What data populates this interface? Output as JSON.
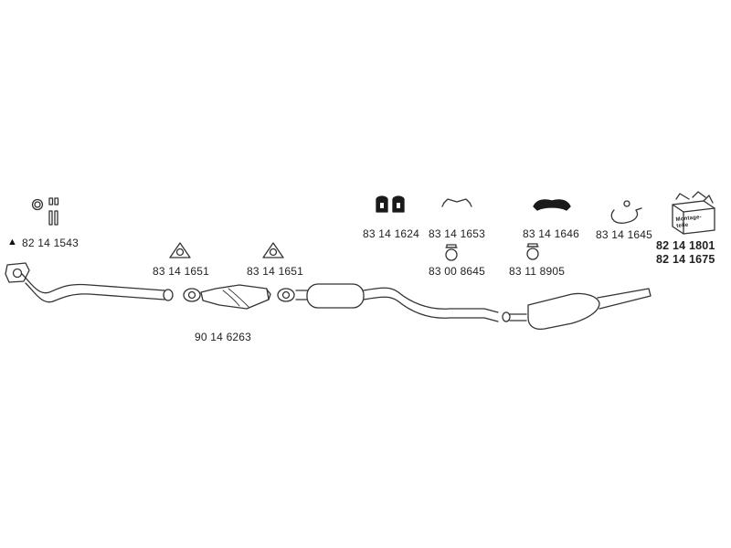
{
  "labels": {
    "p8214_1543": "82 14 1543",
    "p8314_1651_a": "83 14 1651",
    "p8314_1651_b": "83 14 1651",
    "p9014_6263": "90 14 6263",
    "p8314_1624": "83 14 1624",
    "p8314_1653": "83 14 1653",
    "p8300_8645": "83 00 8645",
    "p8314_1646": "83 14 1646",
    "p8311_8905": "83 11 8905",
    "p8314_1645": "83 14 1645",
    "p8214_1801": "82 14 1801",
    "p8214_1675": "82 14 1675"
  },
  "kit_box_text": "Montage-teile",
  "triangle_marker": "▲",
  "colors": {
    "line": "#333333",
    "fill": "#ffffff",
    "dark": "#1a1a1a"
  }
}
